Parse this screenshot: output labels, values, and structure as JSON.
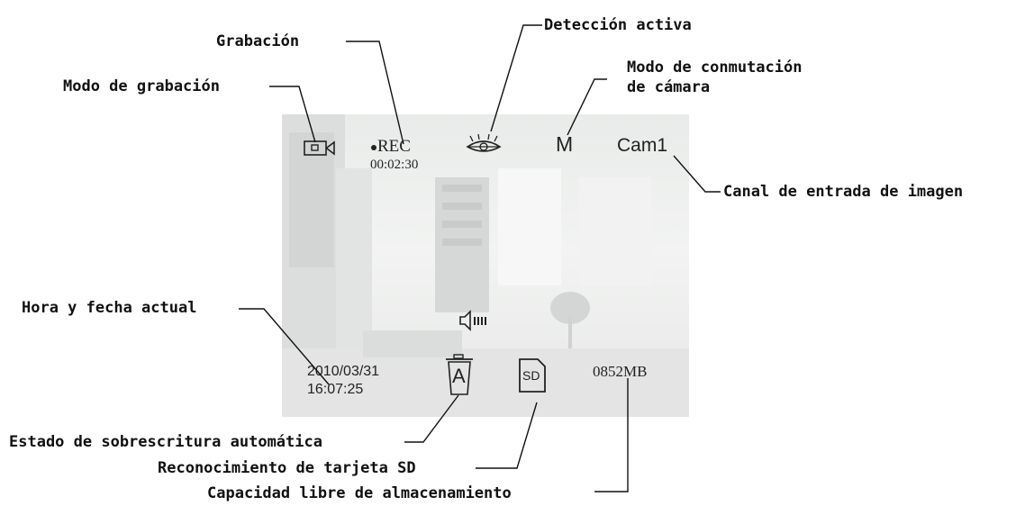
{
  "screen": {
    "recording_mode_icon": "video-camera-icon",
    "rec_label": "REC",
    "rec_dot_icon": "record-dot-icon",
    "elapsed_time": "00:02:30",
    "motion_icon": "motion-detection-eye-icon",
    "switch_mode": "M",
    "channel": "Cam1",
    "speaker_icon": "speaker-volume-icon",
    "date": "2010/03/31",
    "time": "16:07:25",
    "overwrite_icon": "trash-auto-icon",
    "overwrite_letter": "A",
    "sd_icon": "sd-card-icon",
    "sd_label": "SD",
    "free_storage": "0852MB"
  },
  "callouts": {
    "recording": "Grabación",
    "motion_active": "Detección activa",
    "recording_mode": "Modo de grabación",
    "camera_switch_mode_line1": "Modo de conmutación",
    "camera_switch_mode_line2": "de cámara",
    "input_channel": "Canal de entrada de imagen",
    "current_datetime": "Hora y fecha actual",
    "auto_overwrite": "Estado de sobrescritura automática",
    "sd_recognition": "Reconocimiento de tarjeta SD",
    "free_capacity": "Capacidad libre de almacenamiento"
  }
}
